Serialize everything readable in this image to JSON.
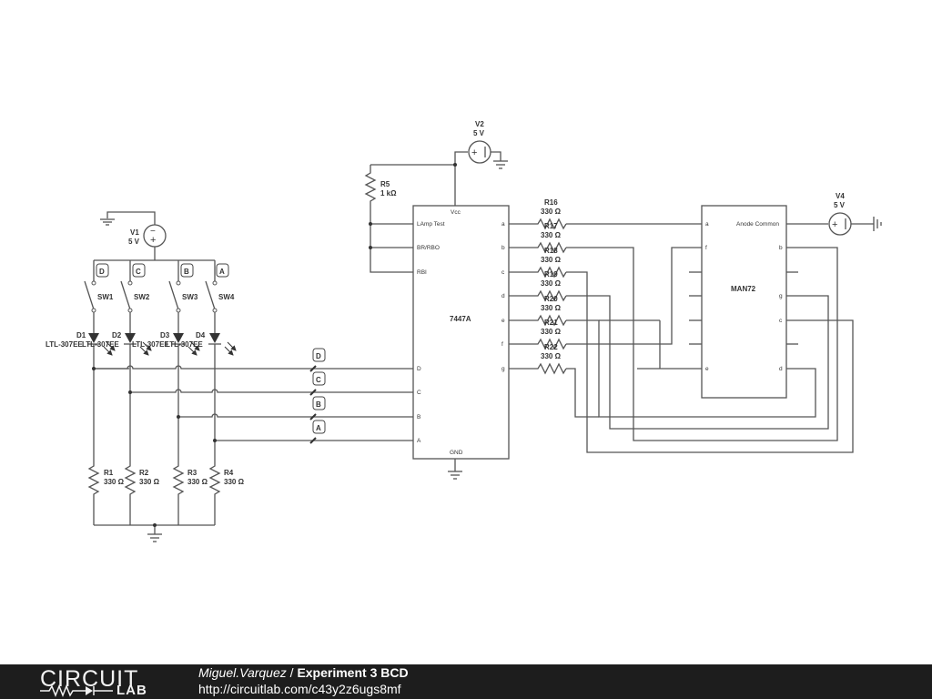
{
  "power": {
    "v1": {
      "name": "V1",
      "value": "5 V"
    },
    "v2": {
      "name": "V2",
      "value": "5 V"
    },
    "v4": {
      "name": "V4",
      "value": "5 V"
    }
  },
  "switches": [
    {
      "name": "SW1",
      "tag": "D"
    },
    {
      "name": "SW2",
      "tag": "C"
    },
    {
      "name": "SW3",
      "tag": "B"
    },
    {
      "name": "SW4",
      "tag": "A"
    }
  ],
  "leds": [
    {
      "name": "D1",
      "part": "LTL-307EE"
    },
    {
      "name": "D2",
      "part": "LTL-307EE"
    },
    {
      "name": "D3",
      "part": "LTL-307EE"
    },
    {
      "name": "D4",
      "part": "LTL-307EE"
    }
  ],
  "pulldowns": [
    {
      "name": "R1",
      "value": "330 Ω"
    },
    {
      "name": "R2",
      "value": "330 Ω"
    },
    {
      "name": "R3",
      "value": "330 Ω"
    },
    {
      "name": "R4",
      "value": "330 Ω"
    }
  ],
  "r5": {
    "name": "R5",
    "value": "1 kΩ"
  },
  "bus_tags": [
    "D",
    "C",
    "B",
    "A"
  ],
  "decoder": {
    "name": "7447A",
    "pins": {
      "vcc": "Vcc",
      "gnd": "GND",
      "lt": "LAmp Test",
      "bi": "BR/RBO",
      "rbi": "RBI",
      "d": "D",
      "c": "C",
      "b": "B",
      "a": "A",
      "oa": "a",
      "ob": "b",
      "oc": "c",
      "od": "d",
      "oe": "e",
      "of": "f",
      "og": "g"
    }
  },
  "seg_resistors": [
    {
      "name": "R16",
      "value": "330 Ω"
    },
    {
      "name": "R17",
      "value": "330 Ω"
    },
    {
      "name": "R18",
      "value": "330 Ω"
    },
    {
      "name": "R19",
      "value": "330 Ω"
    },
    {
      "name": "R20",
      "value": "330 Ω"
    },
    {
      "name": "R21",
      "value": "330 Ω"
    },
    {
      "name": "R22",
      "value": "330 Ω"
    }
  ],
  "display": {
    "name": "MAN72",
    "pins": {
      "a": "a",
      "f": "f",
      "e": "e",
      "common": "Anode Common",
      "b": "b",
      "g": "g",
      "c": "c",
      "d": "d"
    }
  },
  "footer": {
    "logo_main": "CIRCUIT",
    "logo_sub": "LAB",
    "author": "Miguel.Varquez",
    "separator": " / ",
    "title": "Experiment 3 BCD",
    "url": "http://circuitlab.com/c43y2z6ugs8mf"
  }
}
